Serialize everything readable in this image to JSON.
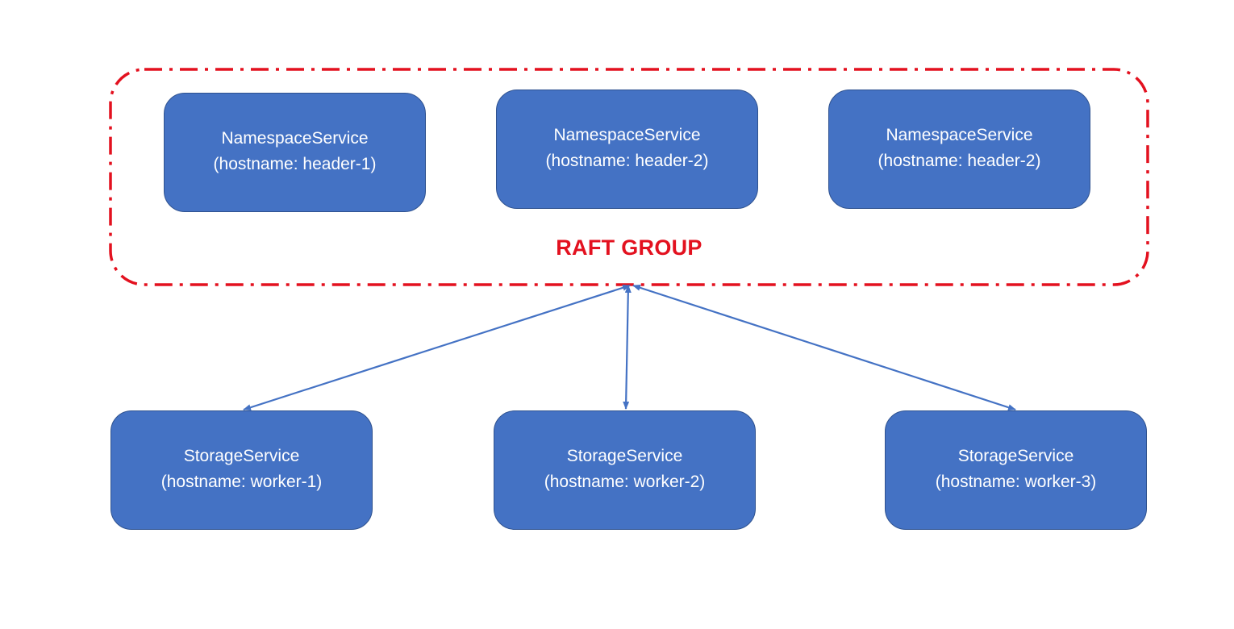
{
  "colors": {
    "node_fill": "#4472c4",
    "node_border": "#2f528f",
    "node_text": "#ffffff",
    "group_border": "#e3111f",
    "group_label": "#e3111f",
    "arrow": "#4472c4"
  },
  "raft_group": {
    "label": "RAFT GROUP",
    "border_style": "dash-dot"
  },
  "namespace_services": [
    {
      "name": "NamespaceService",
      "host": "(hostname: header-1)"
    },
    {
      "name": "NamespaceService",
      "host": "(hostname: header-2)"
    },
    {
      "name": "NamespaceService",
      "host": "(hostname: header-2)"
    }
  ],
  "storage_services": [
    {
      "name": "StorageService",
      "host": "(hostname: worker-1)"
    },
    {
      "name": "StorageService",
      "host": "(hostname: worker-2)"
    },
    {
      "name": "StorageService",
      "host": "(hostname: worker-3)"
    }
  ],
  "connections": [
    {
      "from": "raft_group",
      "to": "storage_services.0",
      "direction": "bidirectional"
    },
    {
      "from": "raft_group",
      "to": "storage_services.1",
      "direction": "bidirectional"
    },
    {
      "from": "raft_group",
      "to": "storage_services.2",
      "direction": "bidirectional"
    }
  ]
}
